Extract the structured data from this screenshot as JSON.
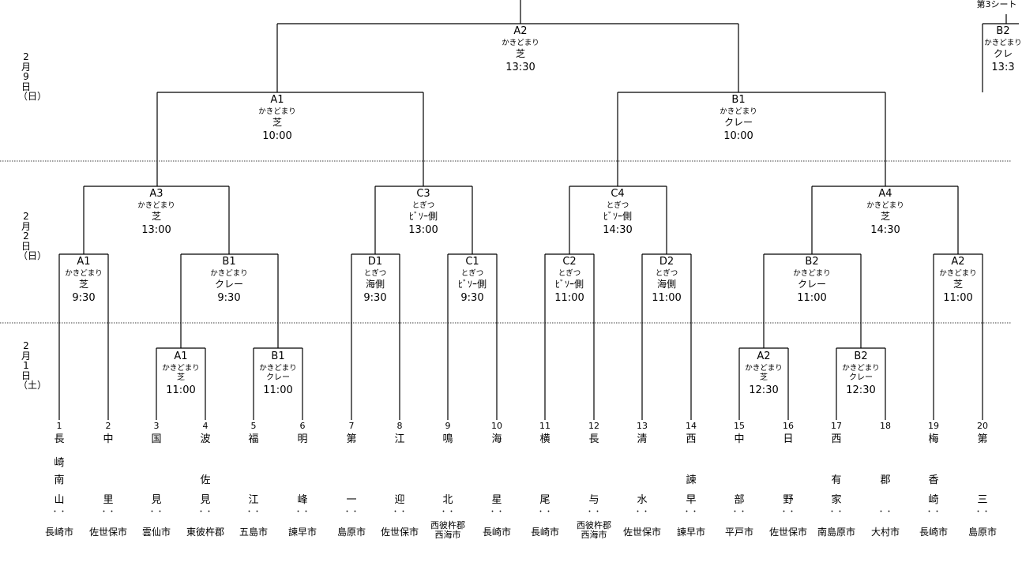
{
  "dates": [
    {
      "lines": [
        "2",
        "月",
        "9",
        "日",
        "（日）"
      ]
    },
    {
      "lines": [
        "2",
        "月",
        "2",
        "日",
        "（日）"
      ]
    },
    {
      "lines": [
        "2",
        "月",
        "1",
        "日",
        "（土）"
      ]
    }
  ],
  "matches": [
    {
      "id": "feb9-final",
      "code": "A2",
      "venue": "かきどまり",
      "court": "芝",
      "time": "13:30"
    },
    {
      "id": "feb9-left",
      "code": "A1",
      "venue": "かきどまり",
      "court": "芝",
      "time": "10:00"
    },
    {
      "id": "feb9-right",
      "code": "B1",
      "venue": "かきどまり",
      "court": "クレー",
      "time": "10:00"
    },
    {
      "id": "feb9-seed3",
      "code": "B2",
      "venue": "かきどまり",
      "court": "クレ",
      "time": "13:3"
    },
    {
      "id": "feb2-a3",
      "code": "A3",
      "venue": "かきどまり",
      "court": "芝",
      "time": "13:00"
    },
    {
      "id": "feb2-c3",
      "code": "C3",
      "venue": "とぎつ",
      "court": "ﾋﾞｿｰ側",
      "time": "13:00"
    },
    {
      "id": "feb2-c4",
      "code": "C4",
      "venue": "とぎつ",
      "court": "ﾋﾞｿｰ側",
      "time": "14:30"
    },
    {
      "id": "feb2-a4",
      "code": "A4",
      "venue": "かきどまり",
      "court": "芝",
      "time": "14:30"
    },
    {
      "id": "feb2-a1",
      "code": "A1",
      "venue": "かきどまり",
      "court": "芝",
      "time": "9:30"
    },
    {
      "id": "feb2-b1",
      "code": "B1",
      "venue": "かきどまり",
      "court": "クレー",
      "time": "9:30"
    },
    {
      "id": "feb2-d1",
      "code": "D1",
      "venue": "とぎつ",
      "court": "海側",
      "time": "9:30"
    },
    {
      "id": "feb2-c1",
      "code": "C1",
      "venue": "とぎつ",
      "court": "ﾋﾞｿｰ側",
      "time": "9:30"
    },
    {
      "id": "feb2-c2",
      "code": "C2",
      "venue": "とぎつ",
      "court": "ﾋﾞｿｰ側",
      "time": "11:00"
    },
    {
      "id": "feb2-d2",
      "code": "D2",
      "venue": "とぎつ",
      "court": "海側",
      "time": "11:00"
    },
    {
      "id": "feb2-b2",
      "code": "B2",
      "venue": "かきどまり",
      "court": "クレー",
      "time": "11:00"
    },
    {
      "id": "feb2-a2",
      "code": "A2",
      "venue": "かきどまり",
      "court": "芝",
      "time": "11:00"
    },
    {
      "id": "feb1-a1",
      "code": "A1",
      "venue": "かきどまり",
      "court": "芝",
      "time": "11:00"
    },
    {
      "id": "feb1-b1",
      "code": "B1",
      "venue": "かきどまり",
      "court": "クレー",
      "time": "11:00"
    },
    {
      "id": "feb1-a2",
      "code": "A2",
      "venue": "かきどまり",
      "court": "芝",
      "time": "12:30"
    },
    {
      "id": "feb1-b2",
      "code": "B2",
      "venue": "かきどまり",
      "court": "クレー",
      "time": "12:30"
    }
  ],
  "seed_label": "第3シート",
  "teams": [
    {
      "num": "1",
      "chars": [
        "長",
        "崎",
        "南",
        "山"
      ],
      "city": "長崎市"
    },
    {
      "num": "2",
      "chars": [
        "中",
        "",
        "",
        "里"
      ],
      "city": "佐世保市"
    },
    {
      "num": "3",
      "chars": [
        "国",
        "",
        "",
        "見"
      ],
      "city": "雲仙市"
    },
    {
      "num": "4",
      "chars": [
        "波",
        "",
        "佐",
        "見"
      ],
      "city": "東彼杵郡"
    },
    {
      "num": "5",
      "chars": [
        "福",
        "",
        "",
        "江"
      ],
      "city": "五島市"
    },
    {
      "num": "6",
      "chars": [
        "明",
        "",
        "",
        "峰"
      ],
      "city": "諫早市"
    },
    {
      "num": "7",
      "chars": [
        "第",
        "",
        "",
        "一"
      ],
      "city": "島原市"
    },
    {
      "num": "8",
      "chars": [
        "江",
        "",
        "",
        "迎"
      ],
      "city": "佐世保市"
    },
    {
      "num": "9",
      "chars": [
        "鳴",
        "",
        "",
        "北"
      ],
      "city": "西彼杵郡\n西海市"
    },
    {
      "num": "10",
      "chars": [
        "海",
        "",
        "",
        "星"
      ],
      "city": "長崎市"
    },
    {
      "num": "11",
      "chars": [
        "横",
        "",
        "",
        "尾"
      ],
      "city": "長崎市"
    },
    {
      "num": "12",
      "chars": [
        "長",
        "",
        "",
        "与"
      ],
      "city": "西彼杵郡\n西海市"
    },
    {
      "num": "13",
      "chars": [
        "清",
        "",
        "",
        "水"
      ],
      "city": "佐世保市"
    },
    {
      "num": "14",
      "chars": [
        "西",
        "",
        "諫",
        "早"
      ],
      "city": "諫早市"
    },
    {
      "num": "15",
      "chars": [
        "中",
        "",
        "",
        "部"
      ],
      "city": "平戸市"
    },
    {
      "num": "16",
      "chars": [
        "日",
        "",
        "",
        "野"
      ],
      "city": "佐世保市"
    },
    {
      "num": "17",
      "chars": [
        "西",
        "",
        "有",
        "家"
      ],
      "city": "南島原市"
    },
    {
      "num": "18",
      "chars": [
        "",
        "",
        "郡",
        ""
      ],
      "city": "大村市"
    },
    {
      "num": "19",
      "chars": [
        "梅",
        "",
        "香",
        "崎"
      ],
      "city": "長崎市"
    },
    {
      "num": "20",
      "chars": [
        "第",
        "",
        "",
        "三"
      ],
      "city": "島原市"
    }
  ],
  "colon": "・・"
}
